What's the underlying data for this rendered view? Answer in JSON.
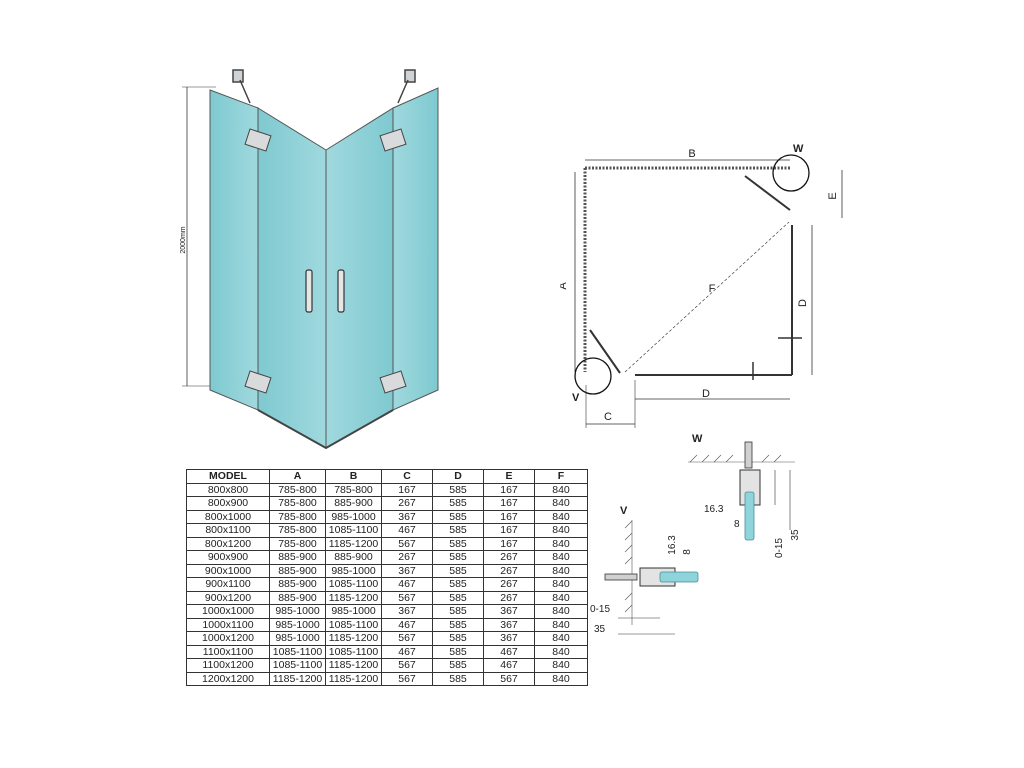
{
  "elevation": {
    "height_label": "2000mm"
  },
  "plan": {
    "labels": {
      "A": "A",
      "B": "B",
      "C": "C",
      "D_bottom": "D",
      "D_right": "D",
      "E": "E",
      "F": "F",
      "V": "V",
      "W": "W"
    }
  },
  "detail_w": {
    "title": "W",
    "dims": [
      "16.3",
      "8",
      "0-15",
      "35"
    ]
  },
  "detail_v": {
    "title": "V",
    "dims": [
      "16.3",
      "8",
      "0-15",
      "35"
    ]
  },
  "table": {
    "headers": [
      "MODEL",
      "A",
      "B",
      "C",
      "D",
      "E",
      "F"
    ],
    "rows": [
      [
        "800x800",
        "785-800",
        "785-800",
        "167",
        "585",
        "167",
        "840"
      ],
      [
        "800x900",
        "785-800",
        "885-900",
        "267",
        "585",
        "167",
        "840"
      ],
      [
        "800x1000",
        "785-800",
        "985-1000",
        "367",
        "585",
        "167",
        "840"
      ],
      [
        "800x1100",
        "785-800",
        "1085-1100",
        "467",
        "585",
        "167",
        "840"
      ],
      [
        "800x1200",
        "785-800",
        "1185-1200",
        "567",
        "585",
        "167",
        "840"
      ],
      [
        "900x900",
        "885-900",
        "885-900",
        "267",
        "585",
        "267",
        "840"
      ],
      [
        "900x1000",
        "885-900",
        "985-1000",
        "367",
        "585",
        "267",
        "840"
      ],
      [
        "900x1100",
        "885-900",
        "1085-1100",
        "467",
        "585",
        "267",
        "840"
      ],
      [
        "900x1200",
        "885-900",
        "1185-1200",
        "567",
        "585",
        "267",
        "840"
      ],
      [
        "1000x1000",
        "985-1000",
        "985-1000",
        "367",
        "585",
        "367",
        "840"
      ],
      [
        "1000x1100",
        "985-1000",
        "1085-1100",
        "467",
        "585",
        "367",
        "840"
      ],
      [
        "1000x1200",
        "985-1000",
        "1185-1200",
        "567",
        "585",
        "367",
        "840"
      ],
      [
        "1100x1100",
        "1085-1100",
        "1085-1100",
        "467",
        "585",
        "467",
        "840"
      ],
      [
        "1100x1200",
        "1085-1100",
        "1185-1200",
        "567",
        "585",
        "467",
        "840"
      ],
      [
        "1200x1200",
        "1185-1200",
        "1185-1200",
        "567",
        "585",
        "567",
        "840"
      ]
    ]
  }
}
